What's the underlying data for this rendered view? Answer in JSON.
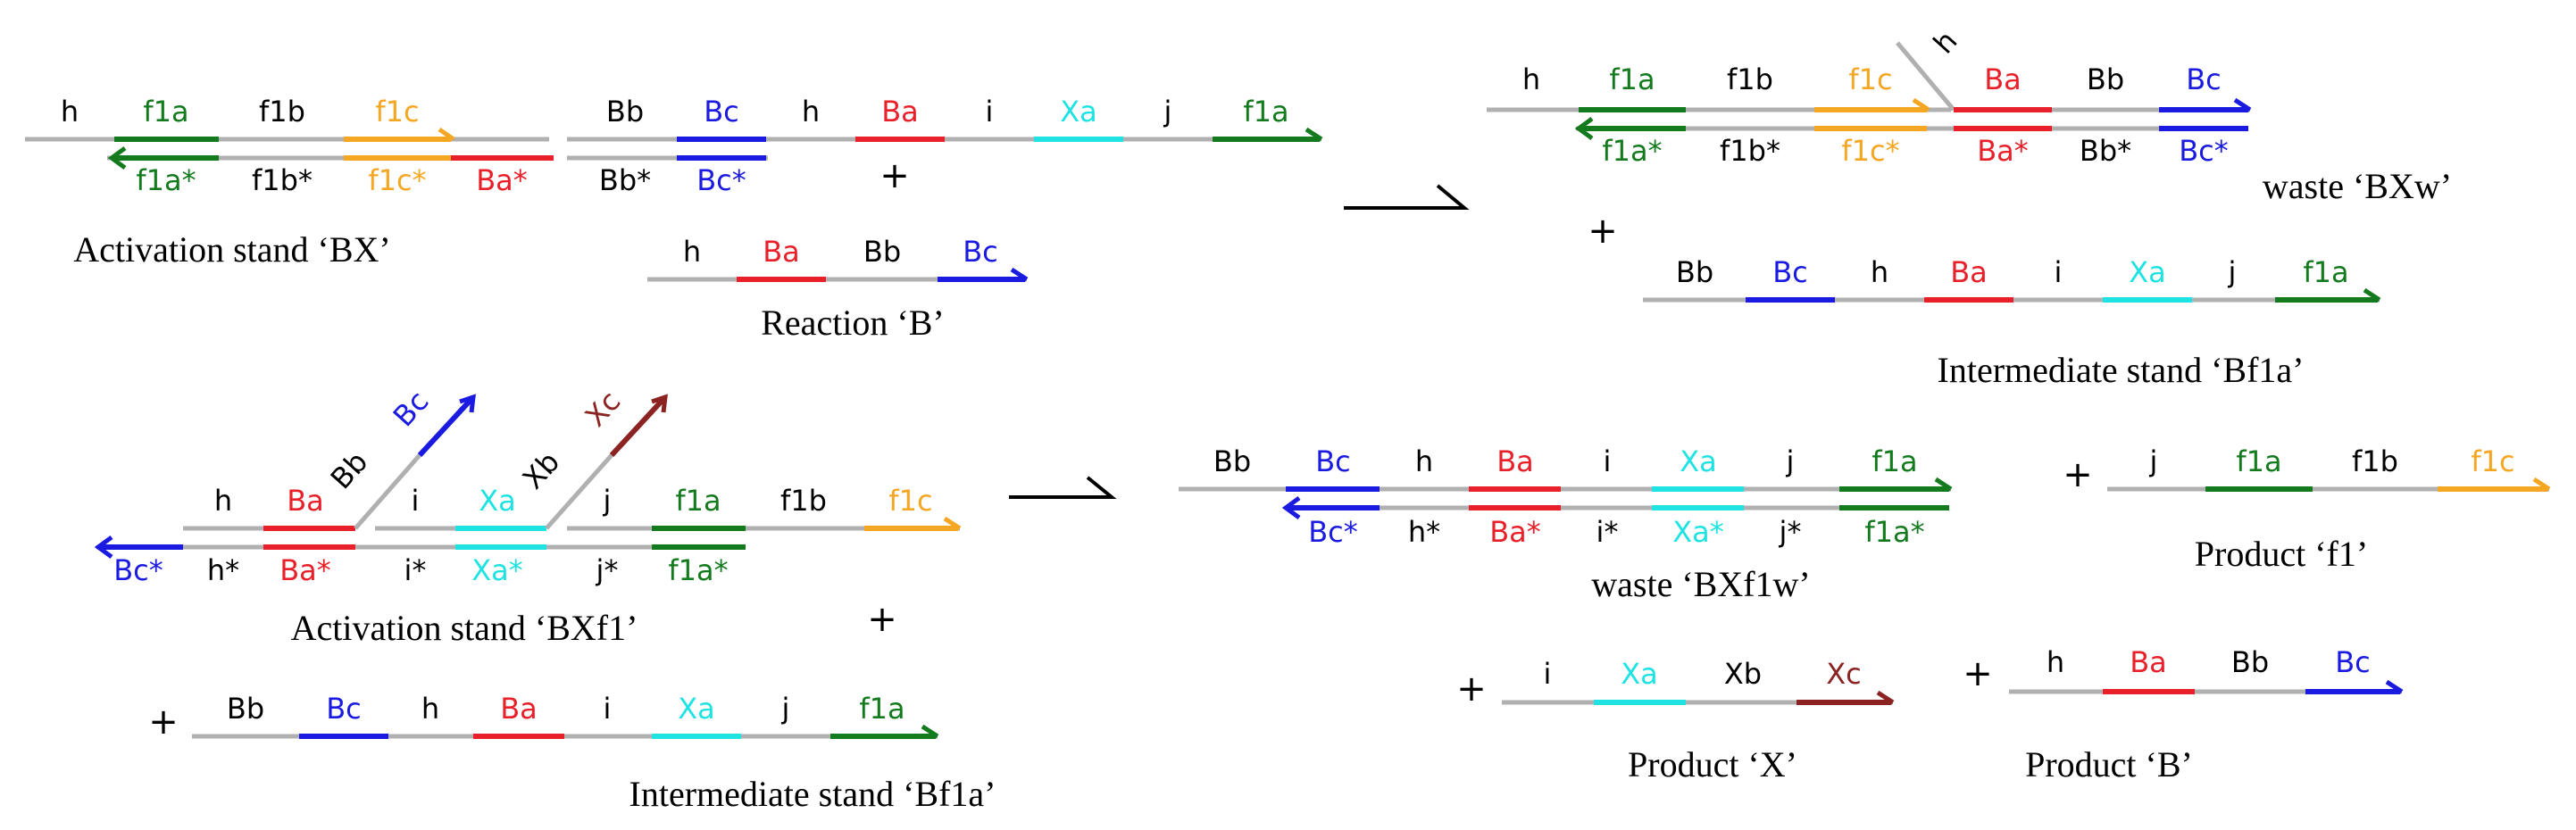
{
  "colors": {
    "strand": "#b0b0b0",
    "green": "#137a1e",
    "orange": "#f5a623",
    "red": "#e8202a",
    "blue": "#1a1ae0",
    "cyan": "#1fe3e3",
    "maroon": "#8b2323",
    "black": "#000000"
  },
  "captions": {
    "activation_bx": "Activation stand ‘BX’",
    "reaction_b": "Reaction ‘B’",
    "waste_bxw": "waste ‘BXw’",
    "intermediate_bf1a_top": "Intermediate stand ‘Bf1a’",
    "activation_bxf1": "Activation stand ‘BXf1’",
    "intermediate_bf1a_bottom": "Intermediate stand  ‘Bf1a’",
    "waste_bxf1w": "waste ‘BXf1w’",
    "product_f1": "Product ‘f1’",
    "product_x": "Product ‘X’",
    "product_b": "Product ‘B’"
  },
  "symbols": {
    "plus": "+"
  },
  "labels": {
    "bx_top": [
      "h",
      "f1a",
      "f1b",
      "f1c",
      "Bb",
      "Bc",
      "h",
      "Ba",
      "i",
      "Xa",
      "j",
      "f1a"
    ],
    "bx_bottom": [
      "f1a*",
      "f1b*",
      "f1c*",
      "Ba*",
      "Bb*",
      "Bc*"
    ],
    "reaction_b": [
      "h",
      "Ba",
      "Bb",
      "Bc"
    ],
    "bxw_top": [
      "h",
      "f1a",
      "f1b",
      "f1c",
      "h",
      "Ba",
      "Bb",
      "Bc"
    ],
    "bxw_bottom": [
      "f1a*",
      "f1b*",
      "f1c*",
      "Ba*",
      "Bb*",
      "Bc*"
    ],
    "bf1a_top": [
      "Bb",
      "Bc",
      "h",
      "Ba",
      "i",
      "Xa",
      "j",
      "f1a"
    ],
    "bxf1_top": [
      "h",
      "Ba",
      "Bb",
      "Bc",
      "i",
      "Xa",
      "Xb",
      "Xc",
      "j",
      "f1a",
      "f1b",
      "f1c"
    ],
    "bxf1_bottom": [
      "Bc*",
      "h*",
      "Ba*",
      "i*",
      "Xa*",
      "j*",
      "f1a*"
    ],
    "bf1a_bottom": [
      "Bb",
      "Bc",
      "h",
      "Ba",
      "i",
      "Xa",
      "j",
      "f1a"
    ],
    "bxf1w_top": [
      "Bb",
      "Bc",
      "h",
      "Ba",
      "i",
      "Xa",
      "j",
      "f1a"
    ],
    "bxf1w_bottom": [
      "Bc*",
      "h*",
      "Ba*",
      "i*",
      "Xa*",
      "j*",
      "f1a*"
    ],
    "product_f1": [
      "j",
      "f1a",
      "f1b",
      "f1c"
    ],
    "product_x": [
      "i",
      "Xa",
      "Xb",
      "Xc"
    ],
    "product_b": [
      "h",
      "Ba",
      "Bb",
      "Bc"
    ]
  }
}
